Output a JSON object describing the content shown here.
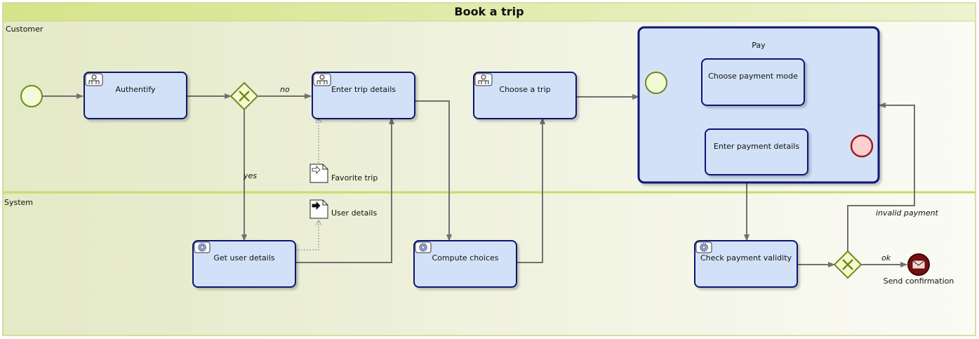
{
  "pool": {
    "title": "Book a trip"
  },
  "lanes": {
    "customer": "Customer",
    "system": "System"
  },
  "tasks": {
    "authentify": "Authentify",
    "enter_trip_details": "Enter trip details",
    "choose_trip": "Choose a trip",
    "get_user_details": "Get user details",
    "compute_choices": "Compute choices",
    "check_payment_validity": "Check payment validity"
  },
  "subprocess": {
    "title": "Pay",
    "choose_payment_mode": "Choose payment mode",
    "enter_payment_details": "Enter payment details"
  },
  "data_objects": {
    "favorite_trip": "Favorite trip",
    "user_details": "User details"
  },
  "flow_labels": {
    "no": "no",
    "yes": "yes",
    "invalid_payment": "invalid payment",
    "ok": "ok"
  },
  "events": {
    "send_confirmation": "Send confirmation"
  },
  "colors": {
    "task_fill": "#d3e1f8",
    "task_stroke": "#0c1973",
    "start_fill": "#f2fad7",
    "start_stroke": "#6c8a1c",
    "end_fill": "#fbd0d0",
    "end_stroke": "#a21a1a",
    "gateway_fill": "#f7f8cf",
    "gateway_stroke": "#6c8a1c"
  }
}
